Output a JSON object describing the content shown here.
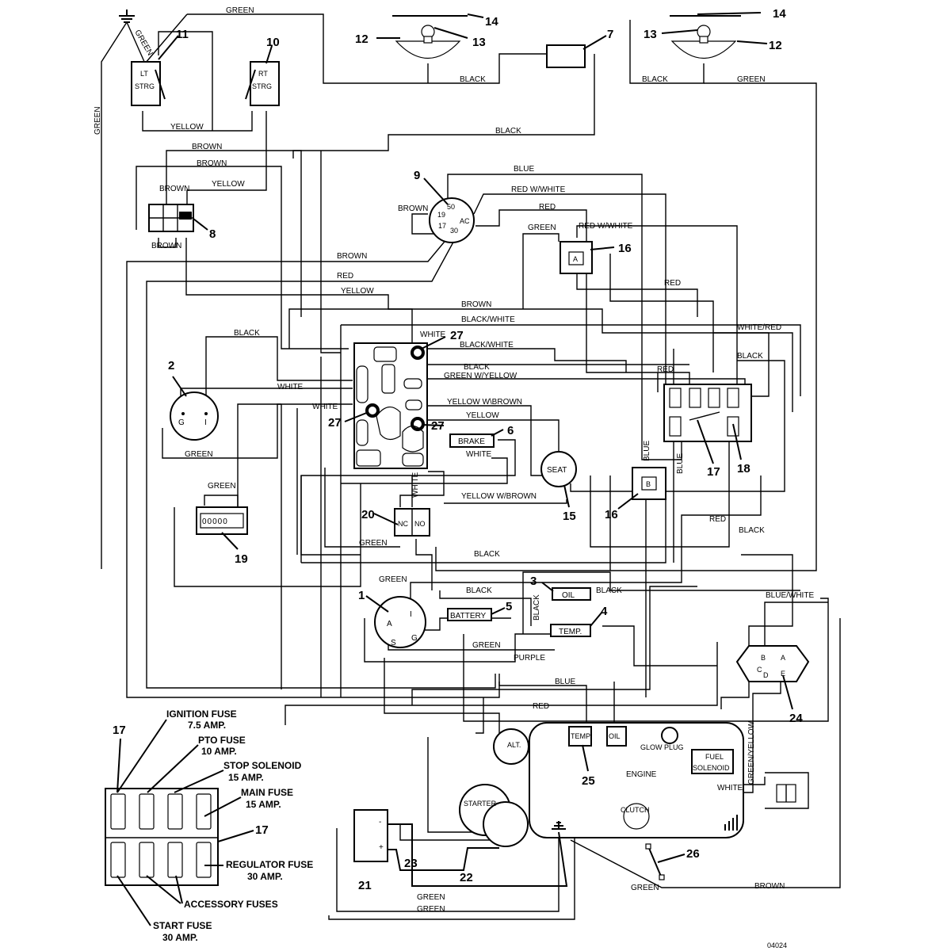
{
  "document_id": "04024",
  "wire_labels": {
    "w1": "GREEN",
    "w2": "GREEN",
    "w3": "GREEN",
    "w4": "YELLOW",
    "w5": "BROWN",
    "w6": "BROWN",
    "w7": "YELLOW",
    "w8": "BROWN",
    "w9": "BROWN",
    "w10": "BLACK",
    "w11": "BLACK",
    "w12": "GREEN",
    "w13": "BLACK",
    "w14": "BLUE",
    "w15": "RED W/WHITE",
    "w16": "BROWN",
    "w17": "RED",
    "w18": "GREEN",
    "w19": "RED W/WHITE",
    "w20": "BROWN",
    "w21": "RED",
    "w22": "YELLOW",
    "w23": "BROWN",
    "w24": "BLACK/WHITE",
    "w25": "BLACK",
    "w26": "WHITE",
    "w27": "BLACK/WHITE",
    "w28": "BLACK",
    "w29": "GREEN W/YELLOW",
    "w30": "WHITE",
    "w31": "YELLOW W\\BROWN",
    "w32": "YELLOW",
    "w33": "WHITE",
    "w34": "GREEN",
    "w35": "GREEN",
    "w36": "WHITE",
    "w37": "YELLOW W/BROWN",
    "w38": "RED",
    "w39": "WHITE/RED",
    "w40": "BLACK",
    "w41": "RED",
    "w42": "BLUE",
    "w43": "BLUE",
    "w44": "RED",
    "w45": "BLACK",
    "w46": "BLACK",
    "w47": "GREEN",
    "w48": "WHITE",
    "w49": "GREEN",
    "w50": "BLACK",
    "w51": "BLACK",
    "w52": "BLACK",
    "w53": "GREEN",
    "w54": "PURPLE",
    "w55": "BLUE",
    "w56": "RED",
    "w57": "BLUE/WHITE",
    "w58": "GREEN/YELLOW",
    "w59": "WHITE",
    "w60": "GREEN",
    "w61": "GREEN",
    "w62": "GREEN",
    "w63": "BROWN"
  },
  "callouts": {
    "c1": "1",
    "c2": "2",
    "c3": "3",
    "c4": "4",
    "c5": "5",
    "c6": "6",
    "c7": "7",
    "c8": "8",
    "c9": "9",
    "c10": "10",
    "c11": "11",
    "c12a": "12",
    "c12b": "12",
    "c13a": "13",
    "c13b": "13",
    "c14a": "14",
    "c14b": "14",
    "c15": "15",
    "c16a": "16",
    "c16b": "16",
    "c17a": "17",
    "c17b": "17",
    "c17c": "17",
    "c18": "18",
    "c19": "19",
    "c20": "20",
    "c21": "21",
    "c22": "22",
    "c23": "23",
    "c24": "24",
    "c25": "25",
    "c26": "26",
    "c27a": "27",
    "c27b": "27",
    "c27c": "27"
  },
  "components": {
    "lt_strg_1": "LT",
    "lt_strg_2": "STRG",
    "rt_strg_1": "RT",
    "rt_strg_2": "STRG",
    "key_50": "50",
    "key_19": "19",
    "key_17": "17",
    "key_30": "30",
    "key_ac": "AC",
    "relay_a": "A",
    "relay_b": "B",
    "hour_g": "G",
    "hour_i": "I",
    "hourmeter_digits": "00000",
    "seat": "SEAT",
    "brake": "BRAKE",
    "nc": "NC",
    "no": "NO",
    "sw_a": "A",
    "sw_i": "I",
    "sw_s": "S",
    "sw_g": "G",
    "battery": "BATTERY",
    "oil_light": "OIL",
    "temp_light": "TEMP.",
    "alt": "ALT.",
    "starter": "STARTER",
    "engine": "ENGINE",
    "temp_sender": "TEMP",
    "oil_sender": "OIL",
    "glow_plug": "GLOW PLUG",
    "fuel_sol_1": "FUEL",
    "fuel_sol_2": "SOLENOID",
    "clutch": "CLUTCH",
    "reg_b": "B",
    "reg_a": "A",
    "reg_c": "C",
    "reg_d": "D",
    "reg_e": "E",
    "batt_minus": "-",
    "batt_plus": "+"
  },
  "fuse_labels": {
    "ignition_1": "IGNITION FUSE",
    "ignition_2": "7.5 AMP.",
    "pto_1": "PTO FUSE",
    "pto_2": "10 AMP.",
    "stop_1": "STOP SOLENOID",
    "stop_2": "15 AMP.",
    "main_1": "MAIN FUSE",
    "main_2": "15 AMP.",
    "regulator_1": "REGULATOR FUSE",
    "regulator_2": "30 AMP.",
    "accessory": "ACCESSORY FUSES",
    "start_1": "START FUSE",
    "start_2": "30 AMP."
  }
}
